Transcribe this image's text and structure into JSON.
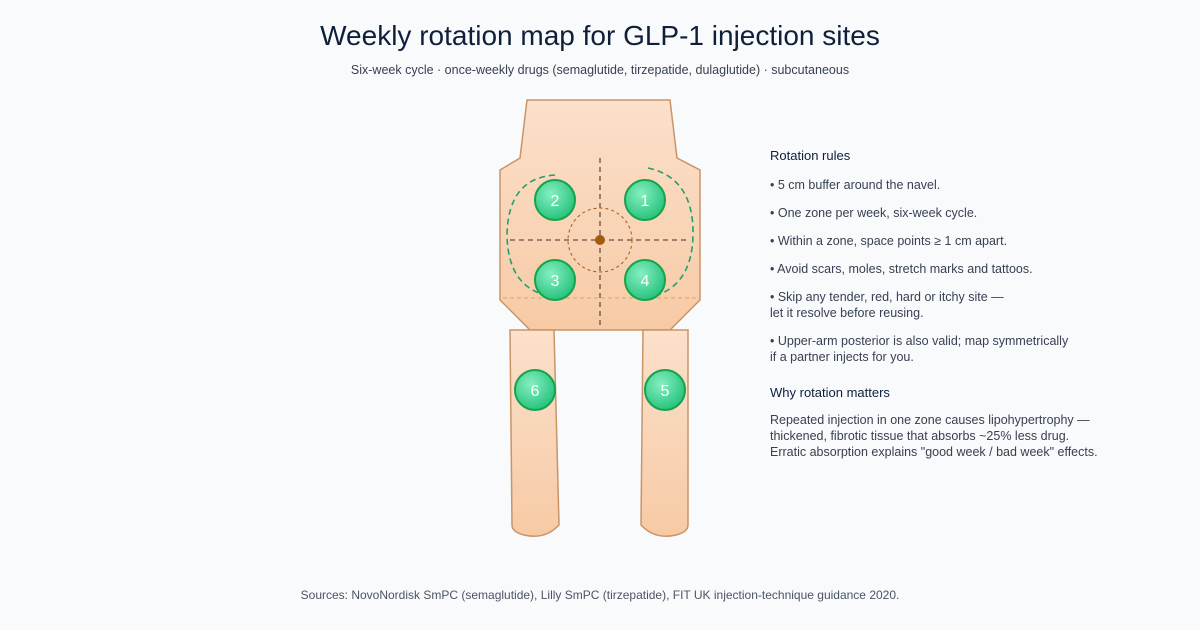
{
  "header": {
    "title": "Weekly rotation map for GLP-1 injection sites",
    "subtitle": "Six-week cycle · once-weekly drugs (semaglutide, tirzepatide, dulaglutide) · subcutaneous"
  },
  "diagram": {
    "sites": [
      {
        "number": "1",
        "region": "abdomen upper-left"
      },
      {
        "number": "2",
        "region": "abdomen upper-right"
      },
      {
        "number": "3",
        "region": "abdomen lower-right"
      },
      {
        "number": "4",
        "region": "abdomen lower-left"
      },
      {
        "number": "5",
        "region": "left thigh"
      },
      {
        "number": "6",
        "region": "right thigh"
      }
    ],
    "colors": {
      "skin": "#f9d3b4",
      "skin_outline": "#c99468",
      "site_fill": "#34d399",
      "site_stroke": "#16a34a",
      "rotation_arc": "#22a06b",
      "navel": "#a35a10",
      "guide_lines": "#6b4f3a"
    }
  },
  "rules_panel": {
    "heading": "Rotation rules",
    "rules": [
      "• 5 cm buffer around the navel.",
      "• One zone per week, six-week cycle.",
      "• Within a zone, space points ≥ 1 cm apart.",
      "• Avoid scars, moles, stretch marks and tattoos.",
      "• Skip any tender, red, hard or itchy site —\nlet it resolve before reusing.",
      "• Upper-arm posterior is also valid; map symmetrically\nif a partner injects for you."
    ],
    "why_heading": "Why rotation matters",
    "why_text": "Repeated injection in one zone causes lipohypertrophy —\nthickened, fibrotic tissue that absorbs ~25% less drug.\nErratic absorption explains \"good week / bad week\" effects."
  },
  "footer": {
    "sources": "Sources: NovoNordisk SmPC (semaglutide), Lilly SmPC (tirzepatide), FIT UK injection-technique guidance 2020."
  }
}
